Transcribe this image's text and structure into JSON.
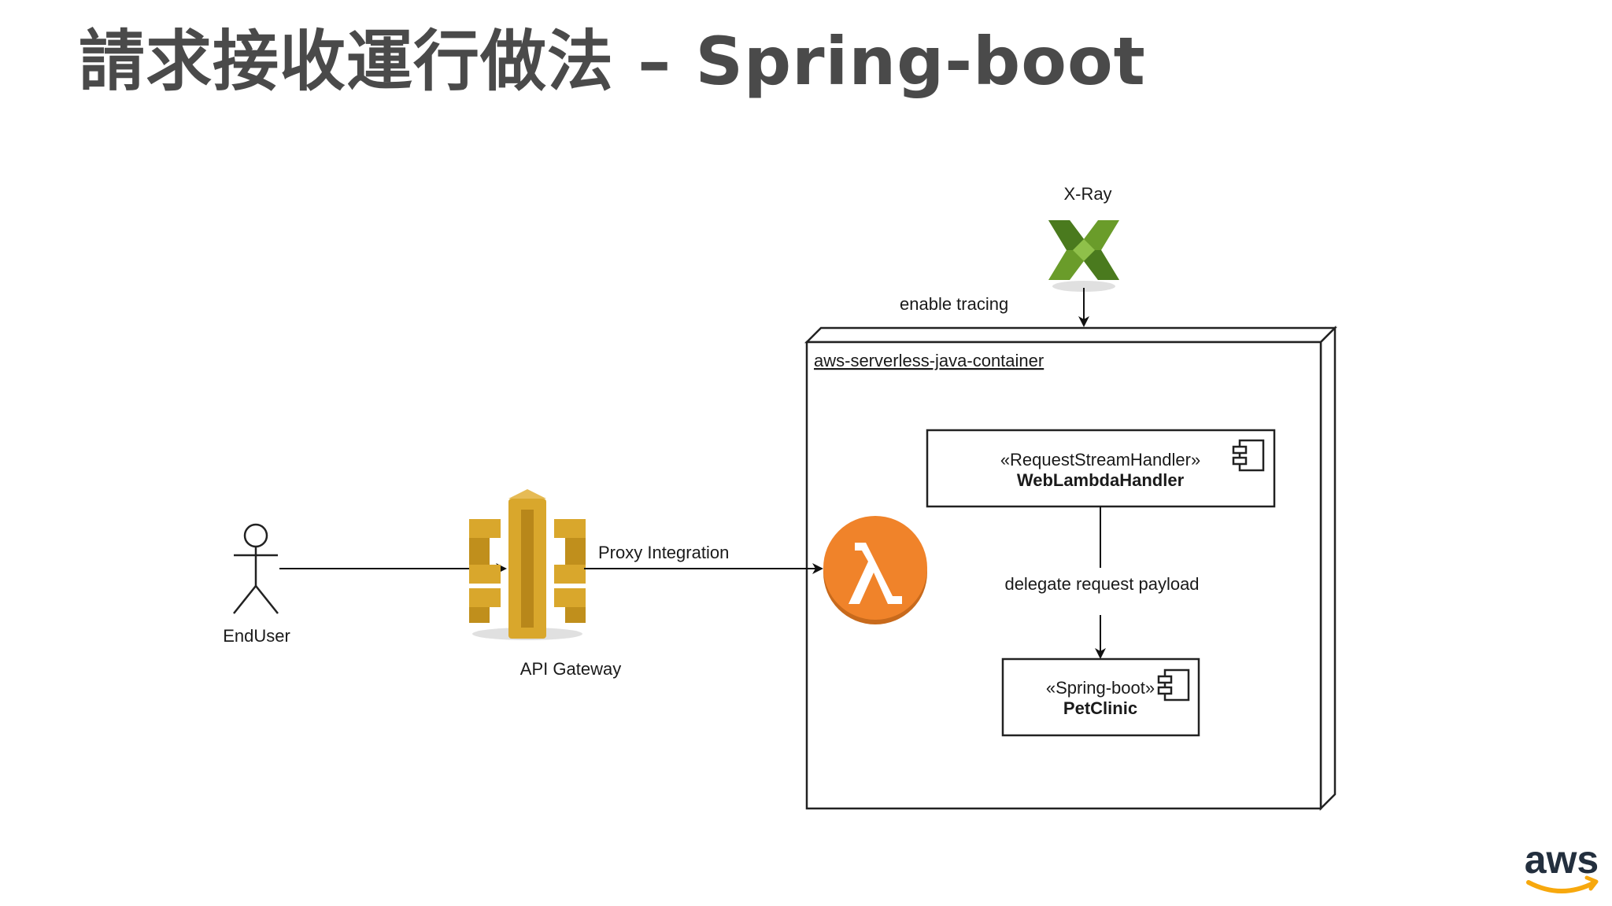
{
  "slide": {
    "title": "請求接收運行做法 – Spring-boot"
  },
  "nodes": {
    "xray": {
      "label": "X-Ray",
      "icon": "xray-icon",
      "color": "#6a9c2a"
    },
    "end_user": {
      "label": "EndUser",
      "icon": "actor-icon"
    },
    "api_gateway": {
      "label": "API Gateway",
      "icon": "api-gateway-icon",
      "color": "#d9a72c"
    },
    "lambda": {
      "icon": "lambda-icon",
      "color": "#f0832a"
    },
    "container": {
      "label": "aws-serverless-java-container"
    },
    "handler": {
      "stereotype": "«RequestStreamHandler»",
      "name": "WebLambdaHandler",
      "icon": "component-icon"
    },
    "petclinic": {
      "stereotype": "«Spring-boot»",
      "name": "PetClinic",
      "icon": "component-icon"
    }
  },
  "edges": {
    "tracing": "enable tracing",
    "proxy": "Proxy Integration",
    "delegate": "delegate request payload"
  },
  "brand": {
    "logo_text": "aws",
    "color": "#232f3e",
    "smile_color": "#f7a80d"
  }
}
